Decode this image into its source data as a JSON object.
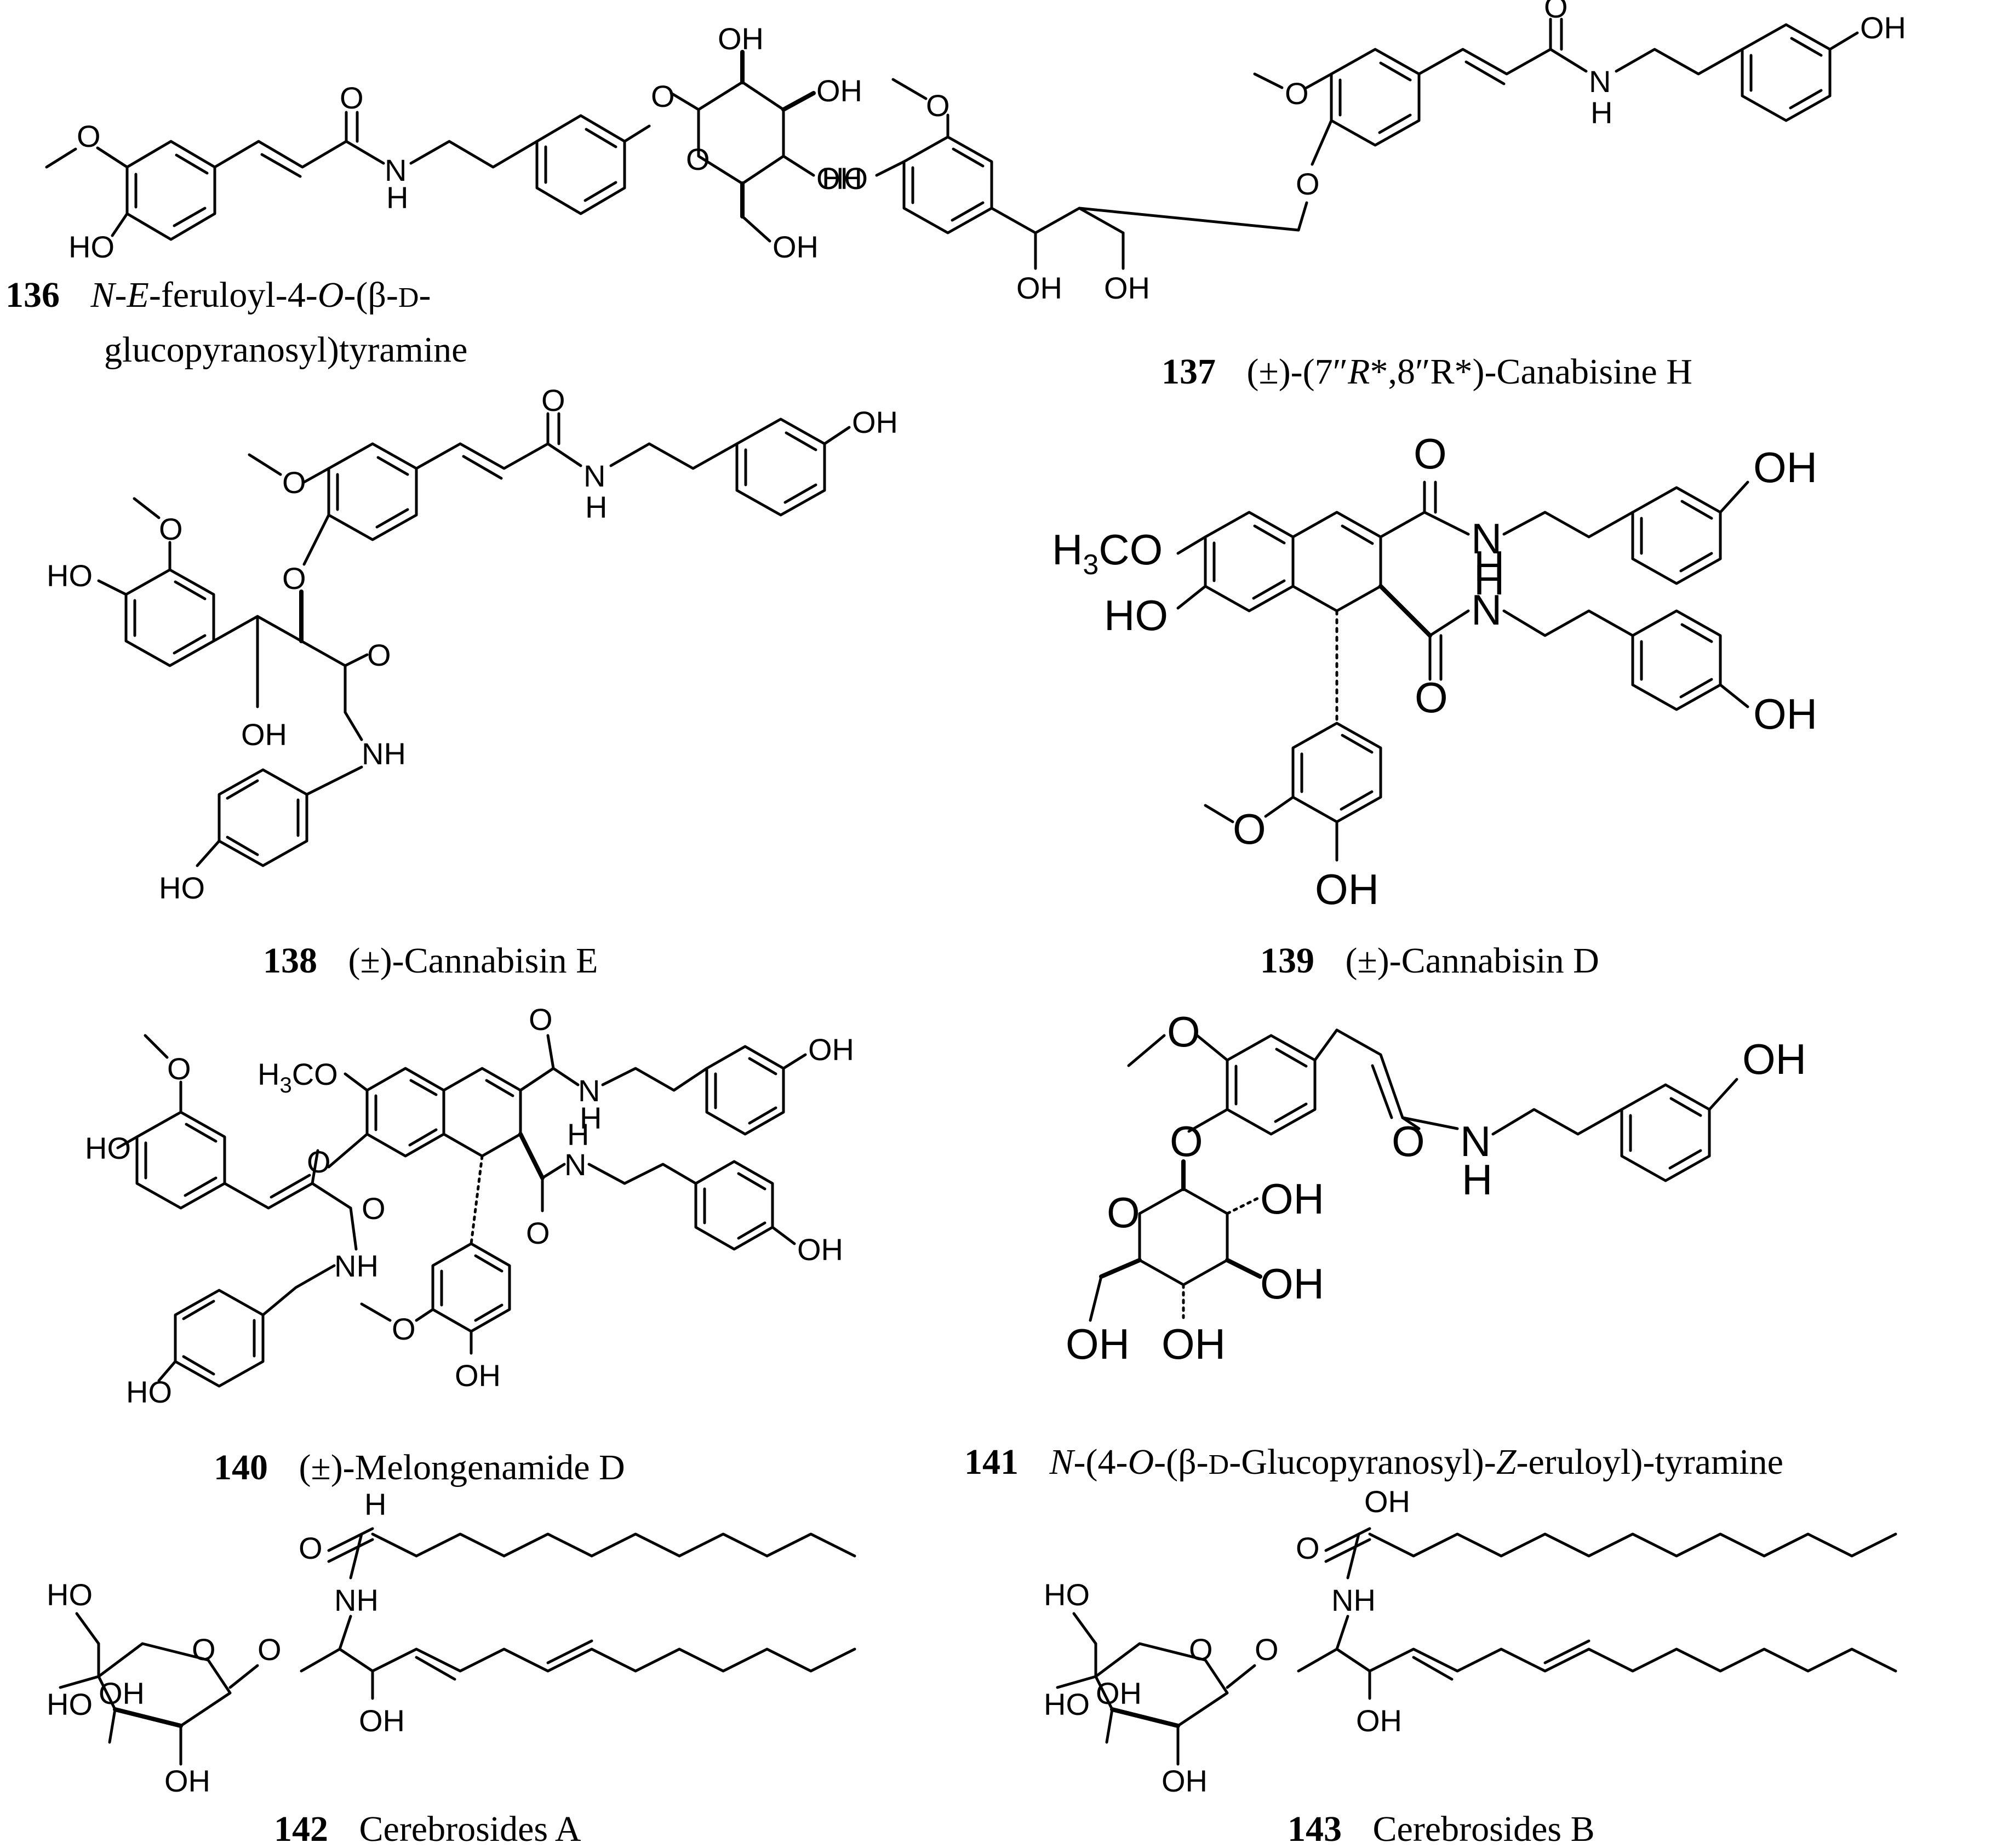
{
  "atoms": {
    "oh": "OH",
    "ho": "HO",
    "o": "O",
    "nh": "NH",
    "n_h": "H",
    "n": "N",
    "h3co_h": "H",
    "h3co_3": "3",
    "h3co_co": "CO"
  },
  "compounds": [
    {
      "number": "136",
      "name_line1_a": "N",
      "name_line1_b": "-",
      "name_line1_c": "E",
      "name_line1_d": "-feruloyl-4-",
      "name_line1_e": "O",
      "name_line1_f": "-(β-",
      "name_line1_g": "D",
      "name_line1_h": "-",
      "name_line2": "glucopyranosyl)tyramine"
    },
    {
      "number": "137",
      "name_a": "(±)-(7″",
      "name_b": "R",
      "name_c": "*,8″R*)-Canabisine H"
    },
    {
      "number": "138",
      "name": "(±)-Cannabisin E"
    },
    {
      "number": "139",
      "name": "(±)-Cannabisin D"
    },
    {
      "number": "140",
      "name": "(±)-Melongenamide D"
    },
    {
      "number": "141",
      "name_a": "N",
      "name_b": "-(4-",
      "name_c": "O",
      "name_d": "-(β-",
      "name_e": "D",
      "name_f": "-Glucopyranosyl)-",
      "name_g": "Z",
      "name_h": "-eruloyl)-tyramine"
    },
    {
      "number": "142",
      "name": "Cerebrosides A"
    },
    {
      "number": "143",
      "name": "Cerebrosides B"
    }
  ]
}
